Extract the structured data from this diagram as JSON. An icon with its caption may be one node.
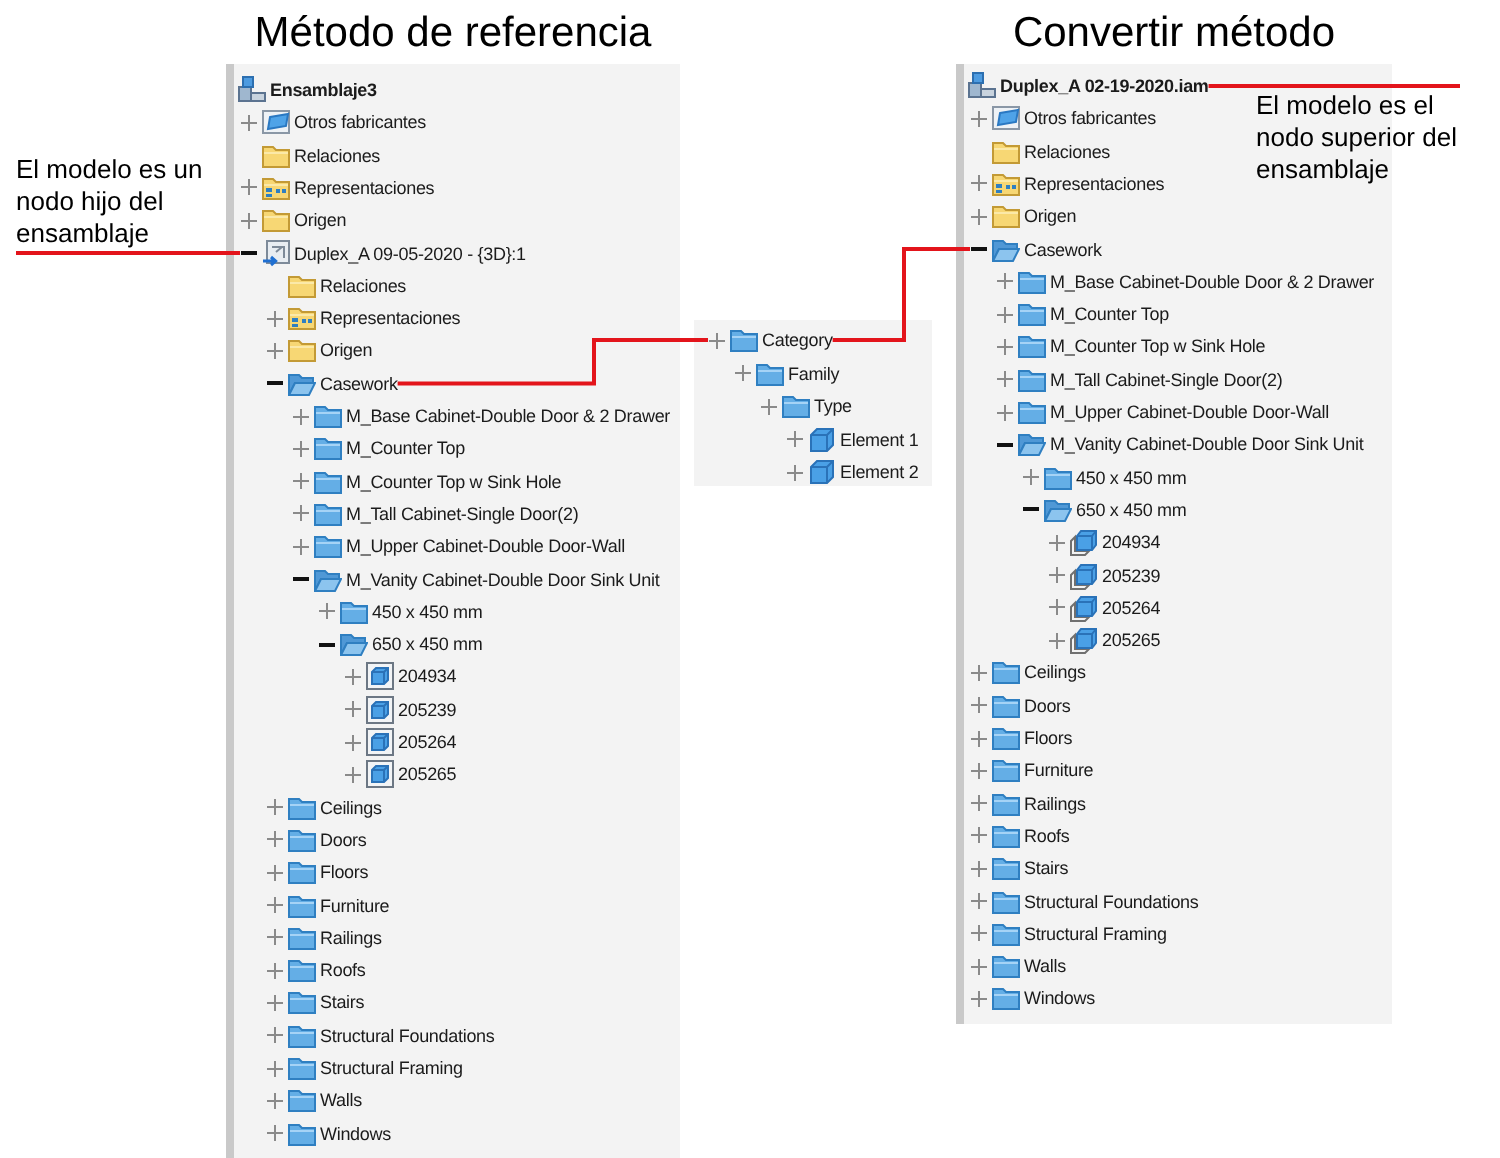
{
  "diagram": {
    "nodes": [
      {
        "text": [
          "El modelo es un nodo hijo del ensamblaje"
        ]
      },
      {
        "text": [
          "Método de referencia"
        ]
      },
      {
        "text": [
          "Ensamblaje3"
        ],
        "in": 1
      },
      {
        "text": [
          "Otros fabricantes"
        ],
        "in": 1
      },
      {
        "text": [
          "Relaciones"
        ],
        "in": 1
      },
      {
        "text": [
          "Representaciones"
        ],
        "in": 1
      },
      {
        "text": [
          "Origen"
        ],
        "in": 1
      },
      {
        "text": [
          "Duplex_A 09-05-2020 - {3D}:1"
        ],
        "in": 1
      },
      {
        "text": [
          "Relaciones"
        ],
        "in": 1
      },
      {
        "text": [
          "Representaciones"
        ],
        "in": 1
      },
      {
        "text": [
          "Origen"
        ],
        "in": 1
      },
      {
        "text": [
          "Casework"
        ],
        "in": 1
      },
      {
        "text": [
          "M_Base Cabinet-Double Door & 2 Drawer"
        ],
        "in": 1
      },
      {
        "text": [
          "M_Counter Top"
        ],
        "in": 1
      },
      {
        "text": [
          "M_Counter Top w Sink Hole"
        ],
        "in": 1
      },
      {
        "text": [
          "M_Tall Cabinet-Single Door(2)"
        ],
        "in": 1
      },
      {
        "text": [
          "M_Upper Cabinet-Double Door-Wall"
        ],
        "in": 1
      },
      {
        "text": [
          "M_Vanity Cabinet-Double Door Sink Unit"
        ],
        "in": 1
      },
      {
        "text": [
          "450 x 450 mm"
        ],
        "in": 1
      },
      {
        "text": [
          "650 x 450 mm"
        ],
        "in": 1
      },
      {
        "text": [
          "204934"
        ],
        "in": 1
      },
      {
        "text": [
          "205239"
        ],
        "in": 1
      },
      {
        "text": [
          "205264"
        ],
        "in": 1
      },
      {
        "text": [
          "205265"
        ],
        "in": 1
      },
      {
        "text": [
          "Ceilings"
        ],
        "in": 1
      },
      {
        "text": [
          "Doors"
        ],
        "in": 1
      },
      {
        "text": [
          "Floors"
        ],
        "in": 1
      },
      {
        "text": [
          "Furniture"
        ],
        "in": 1
      },
      {
        "text": [
          "Railings"
        ],
        "in": 1
      },
      {
        "text": [
          "Roofs"
        ],
        "in": 1
      },
      {
        "text": [
          "Stairs"
        ],
        "in": 1
      },
      {
        "text": [
          "Structural Foundations"
        ],
        "in": 1
      },
      {
        "text": [
          "Structural Framing"
        ],
        "in": 1
      },
      {
        "text": [
          "Walls"
        ],
        "in": 1
      },
      {
        "text": [
          "Windows"
        ],
        "in": 1
      },
      {
        "text": [],
        "shape": "box"
      },
      {
        "text": [
          "Category"
        ],
        "in": 35
      },
      {
        "text": [
          "Family"
        ],
        "in": 35
      },
      {
        "text": [
          "Type"
        ],
        "in": 35
      },
      {
        "text": [
          "Element 1"
        ],
        "in": 35
      },
      {
        "text": [
          "Element 2"
        ],
        "in": 35
      },
      {
        "text": [
          "Convertir método"
        ]
      },
      {
        "text": [
          "Duplex_A 02-19-2020.iam"
        ],
        "in": 41
      },
      {
        "text": [
          "Otros fabricantes"
        ],
        "in": 41
      },
      {
        "text": [
          "Relaciones"
        ],
        "in": 41
      },
      {
        "text": [
          "Representaciones"
        ],
        "in": 41
      },
      {
        "text": [
          "Origen"
        ],
        "in": 41
      },
      {
        "text": [
          "Casework"
        ],
        "in": 41
      },
      {
        "text": [
          "M_Base Cabinet-Double Door & 2 Drawer"
        ],
        "in": 41
      },
      {
        "text": [
          "M_Counter Top"
        ],
        "in": 41
      },
      {
        "text": [
          "M_Counter Top w Sink Hole"
        ],
        "in": 41
      },
      {
        "text": [
          "M_Tall Cabinet-Single Door(2)"
        ],
        "in": 41
      },
      {
        "text": [
          "M_Upper Cabinet-Double Door-Wall"
        ],
        "in": 41
      },
      {
        "text": [
          "M_Vanity Cabinet-Double Door Sink Unit"
        ],
        "in": 41
      },
      {
        "text": [
          "450 x 450 mm"
        ],
        "in": 41
      },
      {
        "text": [
          "650 x 450 mm"
        ],
        "in": 41
      },
      {
        "text": [
          "204934"
        ],
        "in": 41
      },
      {
        "text": [
          "205239"
        ],
        "in": 41
      },
      {
        "text": [
          "205264"
        ],
        "in": 41
      },
      {
        "text": [
          "205265"
        ],
        "in": 41
      },
      {
        "text": [
          "Ceilings"
        ],
        "in": 41
      },
      {
        "text": [
          "Doors"
        ],
        "in": 41
      },
      {
        "text": [
          "Floors"
        ],
        "in": 41
      },
      {
        "text": [
          "Furniture"
        ],
        "in": 41
      },
      {
        "text": [
          "Railings"
        ],
        "in": 41
      },
      {
        "text": [
          "Roofs"
        ],
        "in": 41
      },
      {
        "text": [
          "Stairs"
        ],
        "in": 41
      },
      {
        "text": [
          "Structural Foundations"
        ],
        "in": 41
      },
      {
        "text": [
          "Structural Framing"
        ],
        "in": 41
      },
      {
        "text": [
          "Walls"
        ],
        "in": 41
      },
      {
        "text": [
          "Windows"
        ],
        "in": 41
      },
      {
        "text": [
          "El modelo es el nodo superior del ensamblaje"
        ]
      }
    ],
    "edges": [
      {
        "from": 0,
        "to": 7,
        "arrow": "none"
      },
      {
        "from": 11,
        "to": 36,
        "arrow": "none"
      },
      {
        "from": 36,
        "to": 47,
        "arrow": "none"
      },
      {
        "from": 71,
        "to": 42,
        "arrow": "none"
      }
    ]
  }
}
